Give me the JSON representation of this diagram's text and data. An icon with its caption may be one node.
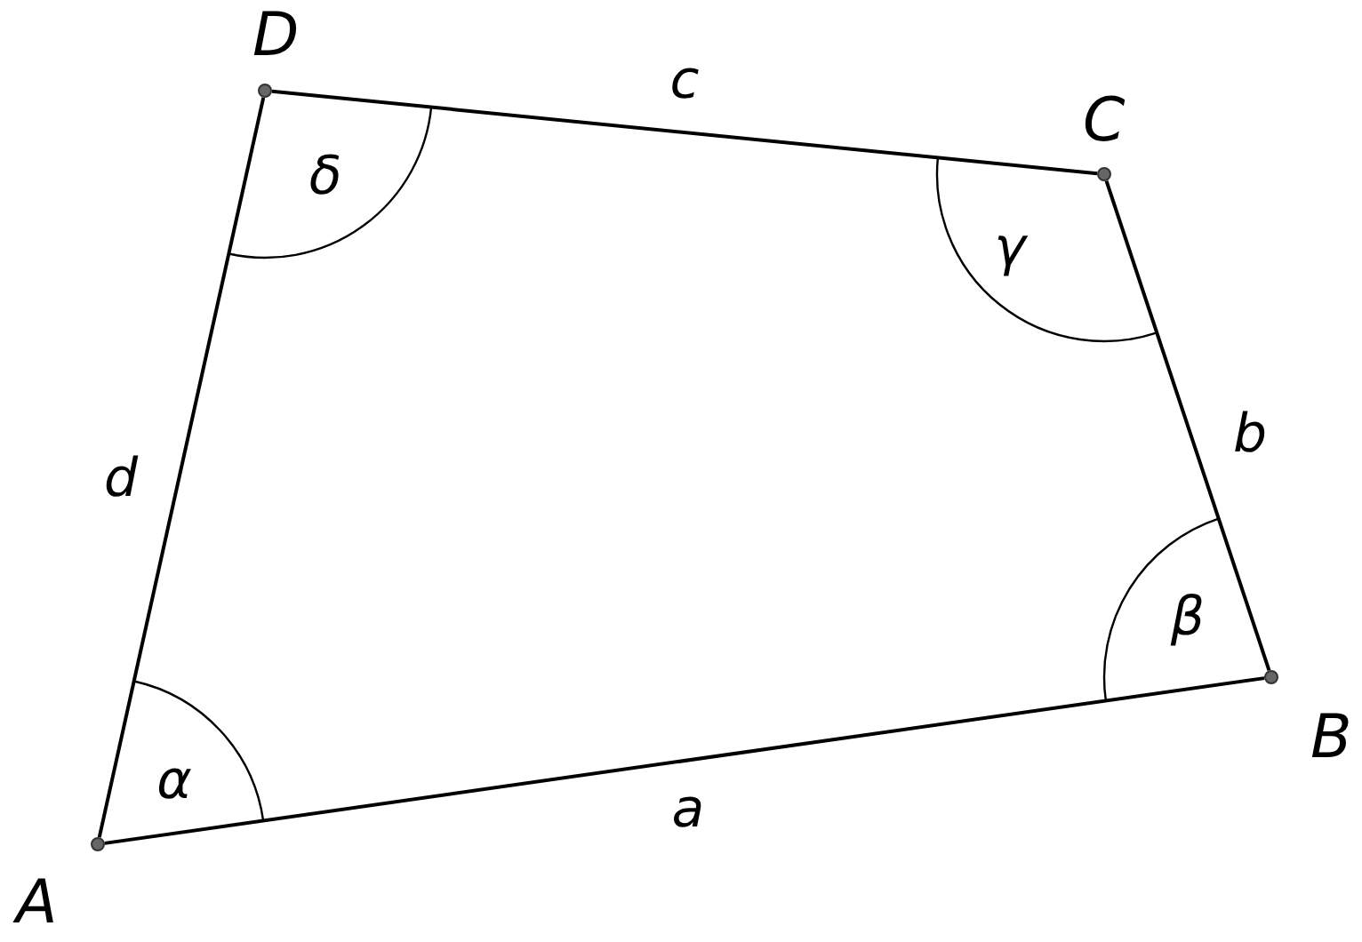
{
  "diagram": {
    "nodes": [
      {
        "text": [
          "D"
        ]
      },
      {
        "text": [
          "C"
        ]
      },
      {
        "text": [
          "B"
        ]
      },
      {
        "text": [
          "A"
        ]
      }
    ],
    "edges": [
      {
        "from": 3,
        "to": 2,
        "arrow": "none",
        "label": "a"
      },
      {
        "from": 2,
        "to": 1,
        "arrow": "none",
        "label": "b"
      },
      {
        "from": 1,
        "to": 0,
        "arrow": "none",
        "label": "c"
      },
      {
        "from": 0,
        "to": 3,
        "arrow": "none",
        "label": "d"
      }
    ],
    "labels": [
      "δ",
      "γ",
      "β",
      "α"
    ]
  }
}
